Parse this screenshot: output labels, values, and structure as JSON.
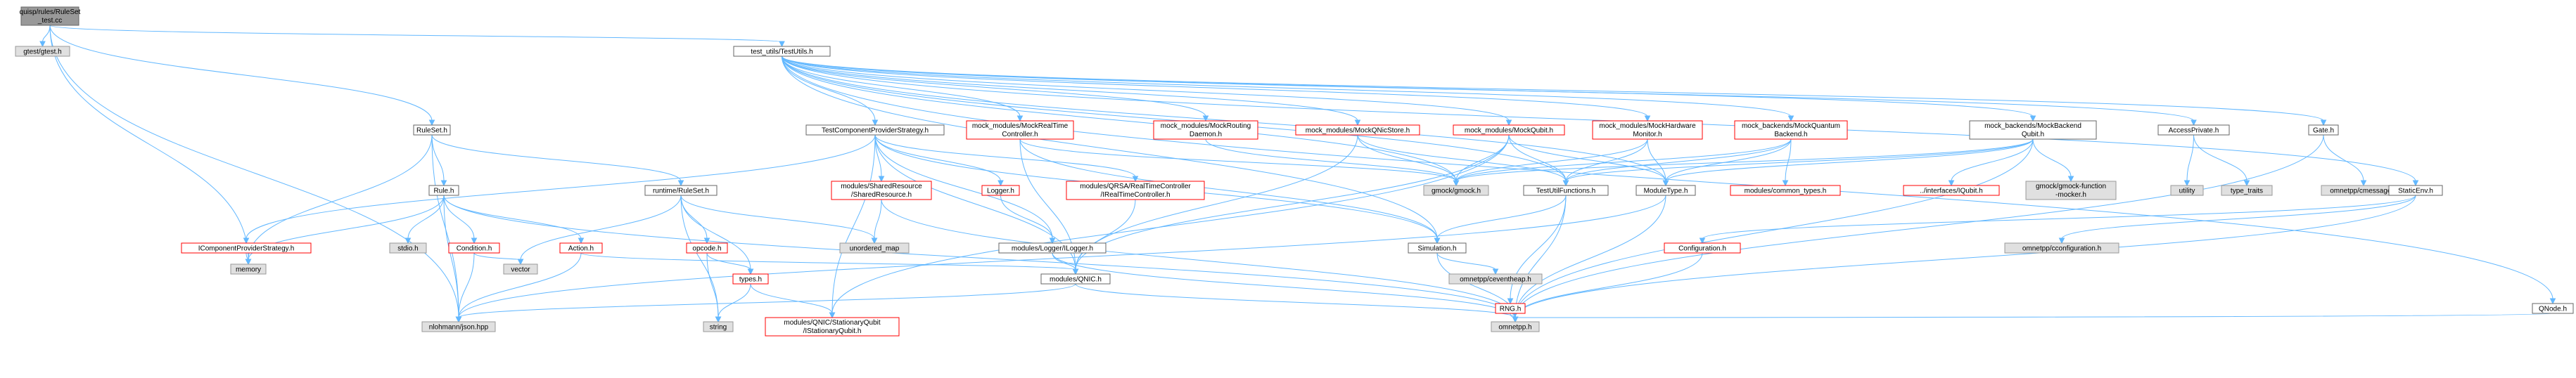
{
  "nodes": [
    {
      "id": "root",
      "lines": [
        "quisp/rules/RuleSet",
        "_test.cc"
      ],
      "kind": "root"
    },
    {
      "id": "gtest",
      "lines": [
        "gtest/gtest.h"
      ],
      "kind": "system"
    },
    {
      "id": "testutils",
      "lines": [
        "test_utils/TestUtils.h"
      ],
      "kind": "normal"
    },
    {
      "id": "ruleset_h",
      "lines": [
        "RuleSet.h"
      ],
      "kind": "normal"
    },
    {
      "id": "tcps",
      "lines": [
        "TestComponentProviderStrategy.h"
      ],
      "kind": "normal"
    },
    {
      "id": "mockrt",
      "lines": [
        "mock_modules/MockRealTime",
        "Controller.h"
      ],
      "kind": "missing"
    },
    {
      "id": "mockrouting",
      "lines": [
        "mock_modules/MockRouting",
        "Daemon.h"
      ],
      "kind": "missing"
    },
    {
      "id": "mockqnicstore",
      "lines": [
        "mock_modules/MockQNicStore.h"
      ],
      "kind": "missing"
    },
    {
      "id": "mockqubit",
      "lines": [
        "mock_modules/MockQubit.h"
      ],
      "kind": "missing"
    },
    {
      "id": "mockhwmon",
      "lines": [
        "mock_modules/MockHardware",
        "Monitor.h"
      ],
      "kind": "missing"
    },
    {
      "id": "mockqbackend",
      "lines": [
        "mock_backends/MockQuantum",
        "Backend.h"
      ],
      "kind": "missing"
    },
    {
      "id": "mockbqubit",
      "lines": [
        "mock_backends/MockBackend",
        "Qubit.h"
      ],
      "kind": "normal"
    },
    {
      "id": "accessprivate",
      "lines": [
        "AccessPrivate.h"
      ],
      "kind": "normal"
    },
    {
      "id": "gate",
      "lines": [
        "Gate.h"
      ],
      "kind": "normal"
    },
    {
      "id": "rule_h",
      "lines": [
        "Rule.h"
      ],
      "kind": "normal"
    },
    {
      "id": "rt_ruleset",
      "lines": [
        "runtime/RuleSet.h"
      ],
      "kind": "normal"
    },
    {
      "id": "sharedres",
      "lines": [
        "modules/SharedResource",
        "/SharedResource.h"
      ],
      "kind": "missing"
    },
    {
      "id": "logger",
      "lines": [
        "Logger.h"
      ],
      "kind": "missing"
    },
    {
      "id": "qrsa_rtc",
      "lines": [
        "modules/QRSA/RealTimeController",
        "/IRealTimeController.h"
      ],
      "kind": "missing"
    },
    {
      "id": "gmock",
      "lines": [
        "gmock/gmock.h"
      ],
      "kind": "system"
    },
    {
      "id": "testutilfn",
      "lines": [
        "TestUtilFunctions.h"
      ],
      "kind": "normal"
    },
    {
      "id": "moduletype",
      "lines": [
        "ModuleType.h"
      ],
      "kind": "normal"
    },
    {
      "id": "common_types",
      "lines": [
        "modules/common_types.h"
      ],
      "kind": "missing"
    },
    {
      "id": "iqubit",
      "lines": [
        "../interfaces/IQubit.h"
      ],
      "kind": "missing"
    },
    {
      "id": "gmockfn",
      "lines": [
        "gmock/gmock-function",
        "-mocker.h"
      ],
      "kind": "system"
    },
    {
      "id": "utility",
      "lines": [
        "utility"
      ],
      "kind": "system"
    },
    {
      "id": "type_traits",
      "lines": [
        "type_traits"
      ],
      "kind": "system"
    },
    {
      "id": "cmessage",
      "lines": [
        "omnetpp/cmessage.h"
      ],
      "kind": "system"
    },
    {
      "id": "staticenv",
      "lines": [
        "StaticEnv.h"
      ],
      "kind": "normal"
    },
    {
      "id": "icps",
      "lines": [
        "IComponentProviderStrategy.h"
      ],
      "kind": "missing"
    },
    {
      "id": "stdio",
      "lines": [
        "stdio.h"
      ],
      "kind": "system"
    },
    {
      "id": "condition",
      "lines": [
        "Condition.h"
      ],
      "kind": "missing"
    },
    {
      "id": "action",
      "lines": [
        "Action.h"
      ],
      "kind": "missing"
    },
    {
      "id": "opcode",
      "lines": [
        "opcode.h"
      ],
      "kind": "missing"
    },
    {
      "id": "unordered_map",
      "lines": [
        "unordered_map"
      ],
      "kind": "system"
    },
    {
      "id": "ilogger",
      "lines": [
        "modules/Logger/ILogger.h"
      ],
      "kind": "normal"
    },
    {
      "id": "simulation",
      "lines": [
        "Simulation.h"
      ],
      "kind": "normal"
    },
    {
      "id": "configuration",
      "lines": [
        "Configuration.h"
      ],
      "kind": "missing"
    },
    {
      "id": "ccfg",
      "lines": [
        "omnetpp/cconfiguration.h"
      ],
      "kind": "system"
    },
    {
      "id": "memory",
      "lines": [
        "memory"
      ],
      "kind": "system"
    },
    {
      "id": "vector",
      "lines": [
        "vector"
      ],
      "kind": "system"
    },
    {
      "id": "types",
      "lines": [
        "types.h"
      ],
      "kind": "missing"
    },
    {
      "id": "qnic",
      "lines": [
        "modules/QNIC.h"
      ],
      "kind": "normal"
    },
    {
      "id": "ceventheap",
      "lines": [
        "omnetpp/ceventheap.h"
      ],
      "kind": "system"
    },
    {
      "id": "rng",
      "lines": [
        "RNG.h"
      ],
      "kind": "missing"
    },
    {
      "id": "qnode",
      "lines": [
        "QNode.h"
      ],
      "kind": "normal"
    },
    {
      "id": "json",
      "lines": [
        "nlohmann/json.hpp"
      ],
      "kind": "system"
    },
    {
      "id": "string",
      "lines": [
        "string"
      ],
      "kind": "system"
    },
    {
      "id": "stationary",
      "lines": [
        "modules/QNIC/StationaryQubit",
        "/IStationaryQubit.h"
      ],
      "kind": "missing"
    },
    {
      "id": "omnetpp",
      "lines": [
        "omnetpp.h"
      ],
      "kind": "system"
    }
  ],
  "edges": [
    [
      "root",
      "gtest"
    ],
    [
      "root",
      "testutils"
    ],
    [
      "root",
      "ruleset_h"
    ],
    [
      "root",
      "memory"
    ],
    [
      "root",
      "json"
    ],
    [
      "testutils",
      "tcps"
    ],
    [
      "testutils",
      "mockrt"
    ],
    [
      "testutils",
      "mockrouting"
    ],
    [
      "testutils",
      "mockqnicstore"
    ],
    [
      "testutils",
      "mockqubit"
    ],
    [
      "testutils",
      "mockhwmon"
    ],
    [
      "testutils",
      "mockqbackend"
    ],
    [
      "testutils",
      "mockbqubit"
    ],
    [
      "testutils",
      "accessprivate"
    ],
    [
      "testutils",
      "gate"
    ],
    [
      "testutils",
      "staticenv"
    ],
    [
      "testutils",
      "qnode"
    ],
    [
      "testutils",
      "testutilfn"
    ],
    [
      "testutils",
      "moduletype"
    ],
    [
      "testutils",
      "simulation"
    ],
    [
      "testutils",
      "gmock"
    ],
    [
      "ruleset_h",
      "rule_h"
    ],
    [
      "ruleset_h",
      "rt_ruleset"
    ],
    [
      "ruleset_h",
      "memory"
    ],
    [
      "ruleset_h",
      "json"
    ],
    [
      "tcps",
      "icps"
    ],
    [
      "tcps",
      "sharedres"
    ],
    [
      "tcps",
      "logger"
    ],
    [
      "tcps",
      "qrsa_rtc"
    ],
    [
      "tcps",
      "simulation"
    ],
    [
      "tcps",
      "qnic"
    ],
    [
      "tcps",
      "ilogger"
    ],
    [
      "tcps",
      "stationary"
    ],
    [
      "mockrt",
      "gmock"
    ],
    [
      "mockrt",
      "qnic"
    ],
    [
      "mockrt",
      "simulation"
    ],
    [
      "mockrouting",
      "gmock"
    ],
    [
      "mockqnicstore",
      "gmock"
    ],
    [
      "mockqnicstore",
      "testutilfn"
    ],
    [
      "mockqnicstore",
      "qnic"
    ],
    [
      "mockqubit",
      "gmock"
    ],
    [
      "mockqubit",
      "testutilfn"
    ],
    [
      "mockqubit",
      "moduletype"
    ],
    [
      "mockqubit",
      "qnic"
    ],
    [
      "mockqubit",
      "stationary"
    ],
    [
      "mockhwmon",
      "gmock"
    ],
    [
      "mockhwmon",
      "testutilfn"
    ],
    [
      "mockhwmon",
      "moduletype"
    ],
    [
      "mockqbackend",
      "gmock"
    ],
    [
      "mockqbackend",
      "common_types"
    ],
    [
      "mockqbackend",
      "testutilfn"
    ],
    [
      "mockqbackend",
      "moduletype"
    ],
    [
      "mockbqubit",
      "gmock"
    ],
    [
      "mockbqubit",
      "iqubit"
    ],
    [
      "mockbqubit",
      "gmockfn"
    ],
    [
      "mockbqubit",
      "testutilfn"
    ],
    [
      "mockbqubit",
      "moduletype"
    ],
    [
      "mockbqubit",
      "omnetpp"
    ],
    [
      "accessprivate",
      "utility"
    ],
    [
      "accessprivate",
      "type_traits"
    ],
    [
      "gate",
      "cmessage"
    ],
    [
      "gate",
      "omnetpp"
    ],
    [
      "staticenv",
      "configuration"
    ],
    [
      "staticenv",
      "ccfg"
    ],
    [
      "staticenv",
      "omnetpp"
    ],
    [
      "rule_h",
      "stdio"
    ],
    [
      "rule_h",
      "condition"
    ],
    [
      "rule_h",
      "action"
    ],
    [
      "rule_h",
      "memory"
    ],
    [
      "rule_h",
      "json"
    ],
    [
      "rule_h",
      "omnetpp"
    ],
    [
      "rt_ruleset",
      "opcode"
    ],
    [
      "rt_ruleset",
      "unordered_map"
    ],
    [
      "rt_ruleset",
      "vector"
    ],
    [
      "rt_ruleset",
      "types"
    ],
    [
      "rt_ruleset",
      "string"
    ],
    [
      "sharedres",
      "unordered_map"
    ],
    [
      "sharedres",
      "omnetpp"
    ],
    [
      "logger",
      "ilogger"
    ],
    [
      "qrsa_rtc",
      "qnic"
    ],
    [
      "testutilfn",
      "simulation"
    ],
    [
      "testutilfn",
      "rng"
    ],
    [
      "testutilfn",
      "omnetpp"
    ],
    [
      "moduletype",
      "json"
    ],
    [
      "moduletype",
      "omnetpp"
    ],
    [
      "icps",
      "memory"
    ],
    [
      "condition",
      "json"
    ],
    [
      "condition",
      "vector"
    ],
    [
      "action",
      "json"
    ],
    [
      "action",
      "qnic"
    ],
    [
      "opcode",
      "types"
    ],
    [
      "opcode",
      "string"
    ],
    [
      "ilogger",
      "qnic"
    ],
    [
      "ilogger",
      "omnetpp"
    ],
    [
      "simulation",
      "ceventheap"
    ],
    [
      "simulation",
      "omnetpp"
    ],
    [
      "configuration",
      "omnetpp"
    ],
    [
      "types",
      "string"
    ],
    [
      "types",
      "stationary"
    ],
    [
      "qnic",
      "json"
    ],
    [
      "qnic",
      "omnetpp"
    ],
    [
      "rng",
      "omnetpp"
    ],
    [
      "qnode",
      "omnetpp"
    ]
  ],
  "colors": {
    "edge": "#63b8ff",
    "normal_fill": "#ffffff",
    "normal_stroke": "#666666",
    "missing_fill": "#ffffff",
    "missing_stroke": "#ff0000",
    "system_fill": "#e0e0e0",
    "system_stroke": "#999999",
    "root_fill": "#999999",
    "root_stroke": "#666666"
  }
}
